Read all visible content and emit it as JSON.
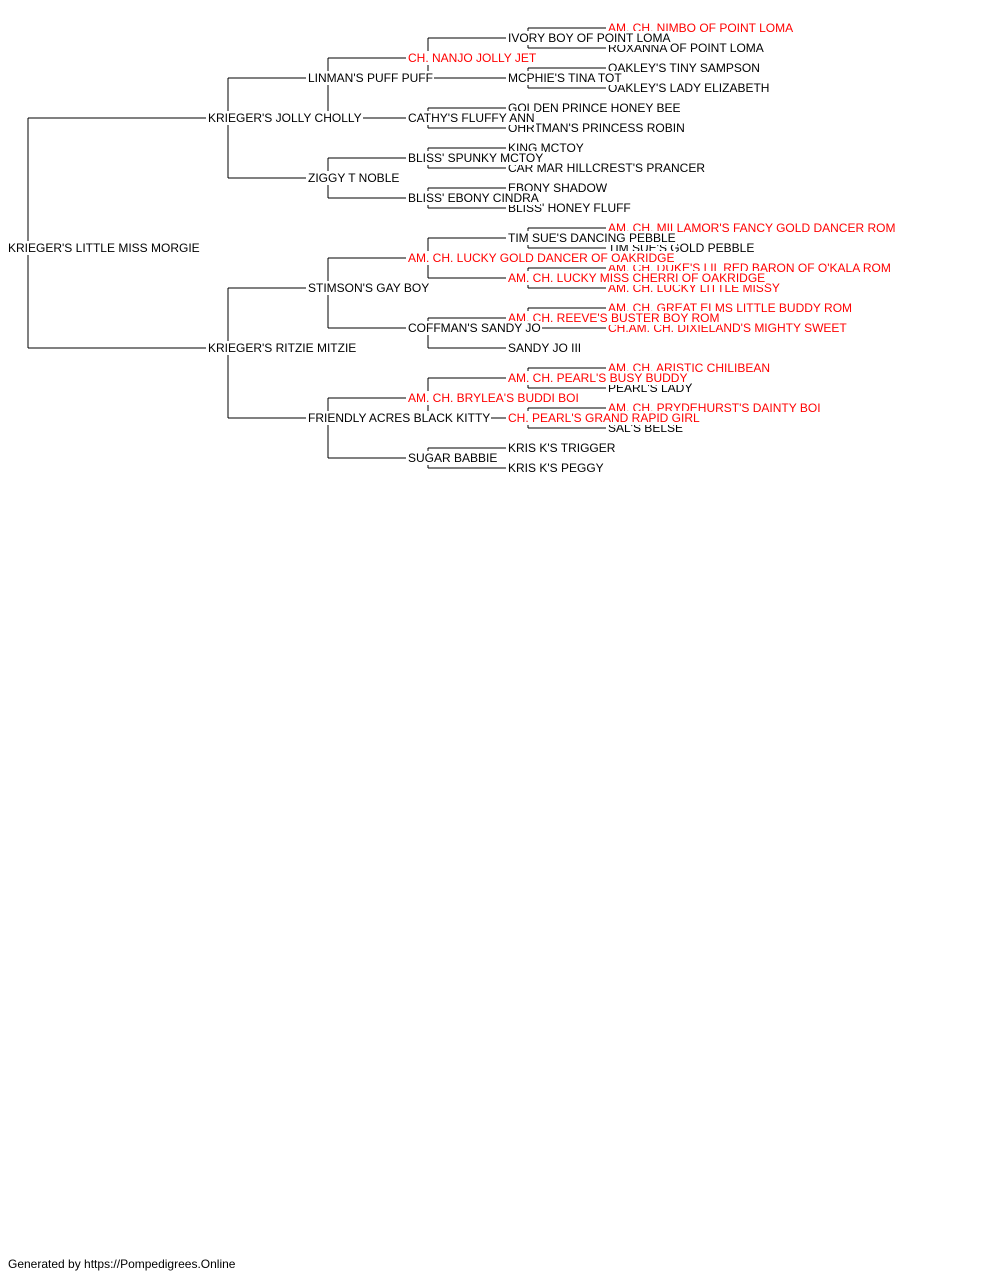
{
  "colors": {
    "text": "#000000",
    "champion": "#ff0000",
    "line": "#000000",
    "background": "#ffffff"
  },
  "footer": "Generated by https://Pompedigrees.Online",
  "pedigree": {
    "name": "KRIEGER'S LITTLE MISS MORGIE",
    "champion": false,
    "sire": {
      "name": "KRIEGER'S JOLLY CHOLLY",
      "champion": false,
      "sire": {
        "name": "LINMAN'S PUFF PUFF",
        "champion": false,
        "sire": {
          "name": "CH. NANJO JOLLY JET",
          "champion": true,
          "sire": {
            "name": "IVORY BOY OF POINT LOMA",
            "champion": false,
            "sire": {
              "name": "AM. CH. NIMBO OF POINT LOMA",
              "champion": true
            },
            "dam": {
              "name": "ROXANNA OF POINT LOMA",
              "champion": false
            }
          },
          "dam": {
            "name": "MCPHIE'S TINA TOT",
            "champion": false,
            "sire": {
              "name": "OAKLEY'S TINY SAMPSON",
              "champion": false
            },
            "dam": {
              "name": "OAKLEY'S LADY ELIZABETH",
              "champion": false
            }
          }
        },
        "dam": {
          "name": "CATHY'S FLUFFY ANN",
          "champion": false,
          "sire": {
            "name": "GOLDEN PRINCE HONEY BEE",
            "champion": false
          },
          "dam": {
            "name": "OHRTMAN'S PRINCESS ROBIN",
            "champion": false
          }
        }
      },
      "dam": {
        "name": "ZIGGY T NOBLE",
        "champion": false,
        "sire": {
          "name": "BLISS' SPUNKY MCTOY",
          "champion": false,
          "sire": {
            "name": "KING MCTOY",
            "champion": false
          },
          "dam": {
            "name": "CAR MAR HILLCREST'S PRANCER",
            "champion": false
          }
        },
        "dam": {
          "name": "BLISS' EBONY CINDRA",
          "champion": false,
          "sire": {
            "name": "EBONY SHADOW",
            "champion": false
          },
          "dam": {
            "name": "BLISS' HONEY FLUFF",
            "champion": false
          }
        }
      }
    },
    "dam": {
      "name": "KRIEGER'S RITZIE MITZIE",
      "champion": false,
      "sire": {
        "name": "STIMSON'S GAY BOY",
        "champion": false,
        "sire": {
          "name": "AM. CH. LUCKY GOLD DANCER OF OAKRIDGE",
          "champion": true,
          "sire": {
            "name": "TIM SUE'S DANCING PEBBLE",
            "champion": false,
            "sire": {
              "name": "AM. CH. MILLAMOR'S FANCY GOLD DANCER ROM",
              "champion": true
            },
            "dam": {
              "name": "TIM SUE'S GOLD PEBBLE",
              "champion": false
            }
          },
          "dam": {
            "name": "AM. CH. LUCKY MISS CHERRI OF OAKRIDGE",
            "champion": true,
            "sire": {
              "name": "AM. CH. DUKE'S LIL RED BARON OF O'KALA ROM",
              "champion": true
            },
            "dam": {
              "name": "AM. CH. LUCKY LITTLE MISSY",
              "champion": true
            }
          }
        },
        "dam": {
          "name": "COFFMAN'S SANDY JO",
          "champion": false,
          "sire": {
            "name": "AM. CH. REEVE'S BUSTER BOY ROM",
            "champion": true,
            "sire": {
              "name": "AM. CH. GREAT ELMS LITTLE BUDDY ROM",
              "champion": true
            },
            "dam": {
              "name": "CH.AM. CH. DIXIELAND'S MIGHTY SWEET",
              "champion": true
            }
          },
          "dam": {
            "name": "SANDY JO III",
            "champion": false
          }
        }
      },
      "dam": {
        "name": "FRIENDLY ACRES BLACK KITTY",
        "champion": false,
        "sire": {
          "name": "AM. CH. BRYLEA'S BUDDI BOI",
          "champion": true,
          "sire": {
            "name": "AM. CH. PEARL'S BUSY BUDDY",
            "champion": true,
            "sire": {
              "name": "AM. CH. ARISTIC CHILIBEAN",
              "champion": true
            },
            "dam": {
              "name": "PEARL'S LADY",
              "champion": false
            }
          },
          "dam": {
            "name": "CH. PEARL'S GRAND RAPID GIRL",
            "champion": true,
            "sire": {
              "name": "AM. CH. PRYDEHURST'S DAINTY BOI",
              "champion": true
            },
            "dam": {
              "name": "SAL'S BELSE",
              "champion": false
            }
          }
        },
        "dam": {
          "name": "SUGAR BABBIE",
          "champion": false,
          "sire": {
            "name": "KRIS K'S TRIGGER",
            "champion": false
          },
          "dam": {
            "name": "KRIS K'S PEGGY",
            "champion": false
          }
        }
      }
    }
  }
}
